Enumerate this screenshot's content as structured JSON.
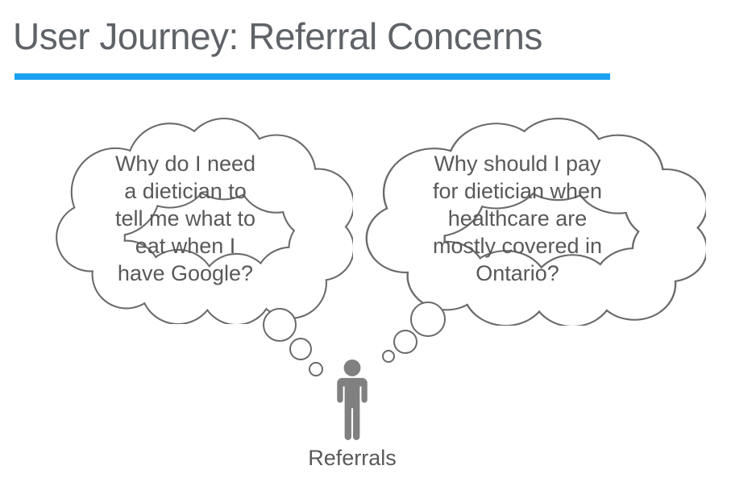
{
  "slide": {
    "title": "User Journey: Referral Concerns"
  },
  "thought_bubbles": {
    "left": {
      "icon": "thought-bubble-icon",
      "text": "Why do I need\na dietician to\ntell me what to\neat when I\nhave Google?"
    },
    "right": {
      "icon": "thought-bubble-icon",
      "text": "Why should I pay\nfor dietician when\nhealthcare are\nmostly covered in\nOntario?"
    }
  },
  "persona": {
    "icon": "person-icon",
    "label": "Referrals"
  },
  "colors": {
    "accent_underline": "#1aa2f0",
    "cloud_outline": "#6a6a6a",
    "body_text": "#595959",
    "title_text": "#5f6368",
    "person_fill": "#808080"
  }
}
